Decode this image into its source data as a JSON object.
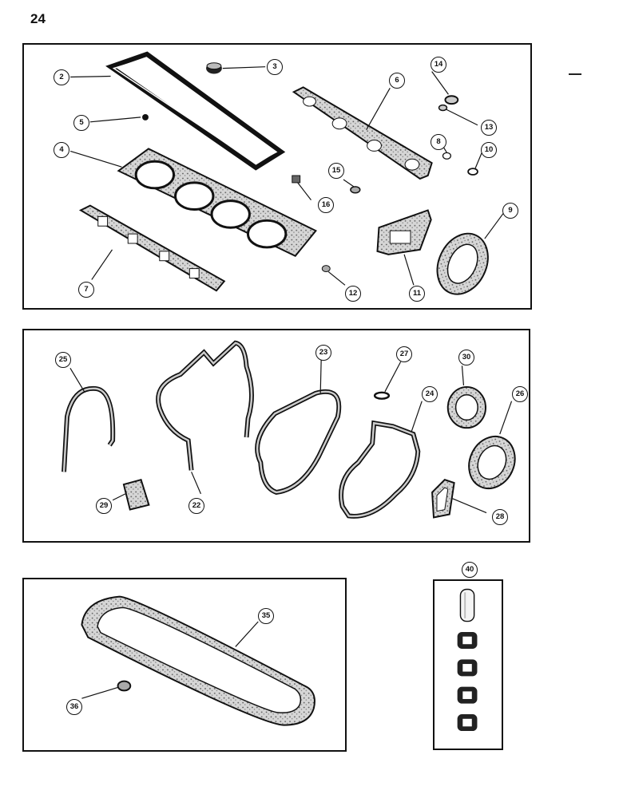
{
  "page_number": "24",
  "panels": {
    "top": {
      "callouts": {
        "c2": "2",
        "c3": "3",
        "c4": "4",
        "c5": "5",
        "c6": "6",
        "c7": "7",
        "c8": "8",
        "c9": "9",
        "c10": "10",
        "c11": "11",
        "c12": "12",
        "c13": "13",
        "c14": "14",
        "c15": "15",
        "c16": "16"
      }
    },
    "middle": {
      "callouts": {
        "c22": "22",
        "c23": "23",
        "c24": "24",
        "c25": "25",
        "c26": "26",
        "c27": "27",
        "c28": "28",
        "c29": "29",
        "c30": "30"
      }
    },
    "bottom_left": {
      "callouts": {
        "c35": "35",
        "c36": "36"
      }
    },
    "bottom_right": {
      "callouts": {
        "c40": "40"
      }
    }
  },
  "colors": {
    "ink": "#111111",
    "speckle": "#8a8a8a",
    "paper": "#ffffff"
  }
}
